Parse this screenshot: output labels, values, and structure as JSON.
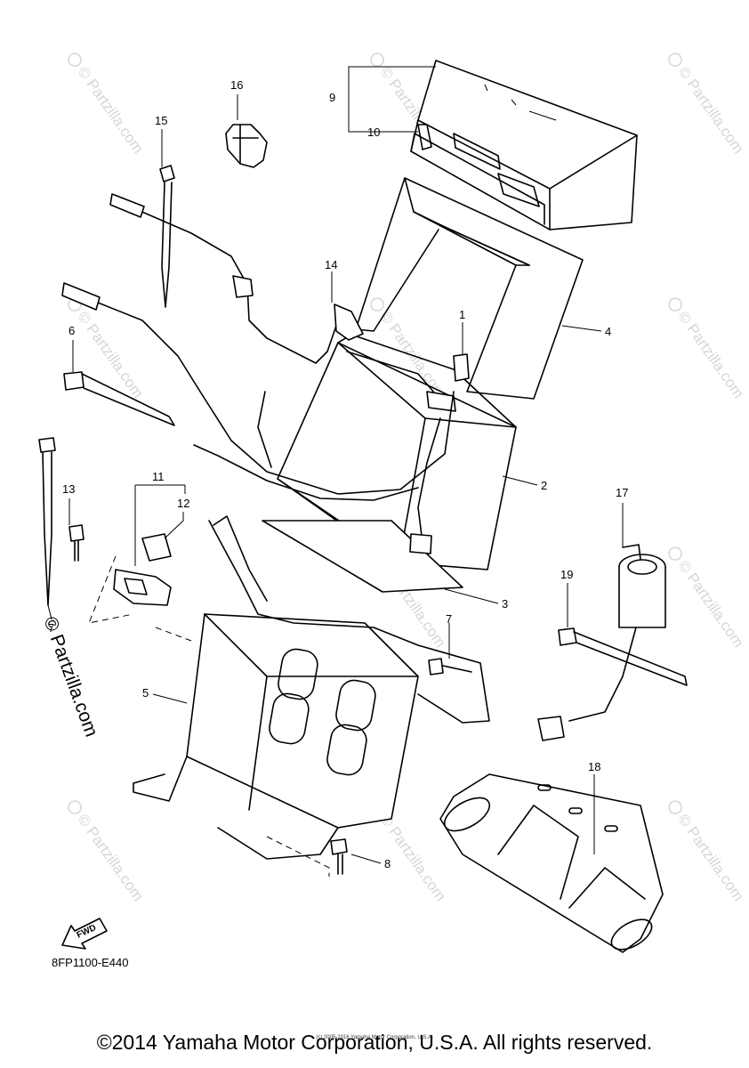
{
  "diagram": {
    "code": "8FP1100-E440",
    "fwd_label": "FWD",
    "callouts": [
      {
        "num": "1"
      },
      {
        "num": "2"
      },
      {
        "num": "3"
      },
      {
        "num": "4"
      },
      {
        "num": "5"
      },
      {
        "num": "6"
      },
      {
        "num": "7"
      },
      {
        "num": "7"
      },
      {
        "num": "8"
      },
      {
        "num": "9"
      },
      {
        "num": "10"
      },
      {
        "num": "11"
      },
      {
        "num": "12"
      },
      {
        "num": "13"
      },
      {
        "num": "14"
      },
      {
        "num": "15"
      },
      {
        "num": "16"
      },
      {
        "num": "17"
      },
      {
        "num": "18"
      },
      {
        "num": "19"
      }
    ]
  },
  "watermarks": {
    "text": "© Partzilla.com",
    "prominent": "© Partzilla.com"
  },
  "footer": {
    "copyright": "©2014 Yamaha Motor Corporation, U.S.A. All rights reserved.",
    "small_credit": "(c) 2005-2016 Yamaha Motor Corporation, U.S.A."
  }
}
